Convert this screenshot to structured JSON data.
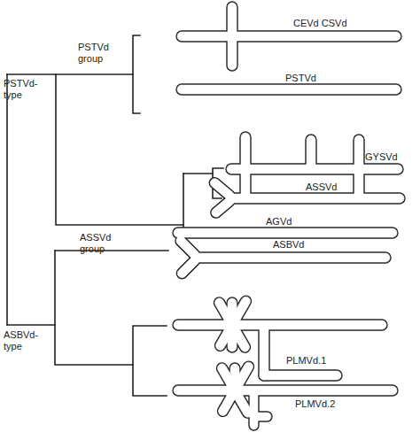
{
  "diagram": {
    "labels": [
      "CEVd CSVd",
      "PSTVd group",
      "PSTVd-type",
      "PSTVd",
      "GYSVd",
      "ASSVd",
      "ASSVd group",
      "AGVd",
      "ASBVd",
      "ASBVd-type",
      "PLMVd.1",
      "PLMVd.2"
    ]
  }
}
